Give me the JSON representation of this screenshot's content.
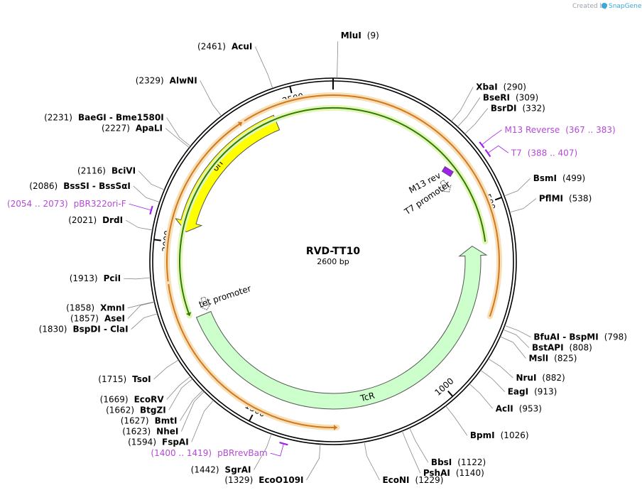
{
  "plasmid": {
    "name": "RVD-TT10",
    "length_label": "2600 bp",
    "length": 2600
  },
  "watermark": {
    "prefix": "Created by",
    "brand": "SnapGene"
  },
  "ruler": [
    "500",
    "1000",
    "1500",
    "2000",
    "2500"
  ],
  "sites": [
    {
      "id": "mlui",
      "name": "MluI",
      "pos": "(9)",
      "bp": 9,
      "side": "top"
    },
    {
      "id": "xbai",
      "name": "XbaI",
      "pos": "(290)",
      "bp": 290,
      "side": "right"
    },
    {
      "id": "bseri",
      "name": "BseRI",
      "pos": "(309)",
      "bp": 309,
      "side": "right"
    },
    {
      "id": "bsrdi",
      "name": "BsrDI",
      "pos": "(332)",
      "bp": 332,
      "side": "right"
    },
    {
      "id": "bsmi",
      "name": "BsmI",
      "pos": "(499)",
      "bp": 499,
      "side": "right"
    },
    {
      "id": "pflmi",
      "name": "PflMI",
      "pos": "(538)",
      "bp": 538,
      "side": "right"
    },
    {
      "id": "bfuai",
      "name": "BfuAI  - BspMI",
      "pos": "(798)",
      "bp": 798,
      "side": "right"
    },
    {
      "id": "bstapi",
      "name": "BstAPI",
      "pos": "(808)",
      "bp": 808,
      "side": "right"
    },
    {
      "id": "msli",
      "name": "MslI",
      "pos": "(825)",
      "bp": 825,
      "side": "right"
    },
    {
      "id": "drui",
      "name": "NruI",
      "pos": "(882)",
      "bp": 882,
      "side": "right"
    },
    {
      "id": "eagi",
      "name": "EagI",
      "pos": "(913)",
      "bp": 913,
      "side": "right"
    },
    {
      "id": "acli",
      "name": "AclI",
      "pos": "(953)",
      "bp": 953,
      "side": "right"
    },
    {
      "id": "bpmi",
      "name": "BpmI",
      "pos": "(1026)",
      "bp": 1026,
      "side": "right"
    },
    {
      "id": "bbsi",
      "name": "BbsI",
      "pos": "(1122)",
      "bp": 1122,
      "side": "right"
    },
    {
      "id": "pshai",
      "name": "PshAI",
      "pos": "(1140)",
      "bp": 1140,
      "side": "right"
    },
    {
      "id": "econi",
      "name": "EcoNI",
      "pos": "(1229)",
      "bp": 1229,
      "side": "right"
    },
    {
      "id": "eco0109i",
      "name": "EcoO109I",
      "pos": "(1329)",
      "bp": 1329,
      "side": "left"
    },
    {
      "id": "sgrai",
      "name": "SgrAI",
      "pos": "(1442)",
      "bp": 1442,
      "side": "left"
    },
    {
      "id": "fspai",
      "name": "FspAI",
      "pos": "(1594)",
      "bp": 1594,
      "side": "left"
    },
    {
      "id": "nhei",
      "name": "NheI",
      "pos": "(1623)",
      "bp": 1623,
      "side": "left"
    },
    {
      "id": "bmti",
      "name": "BmtI",
      "pos": "(1627)",
      "bp": 1627,
      "side": "left"
    },
    {
      "id": "btgzi",
      "name": "BtgZI",
      "pos": "(1662)",
      "bp": 1662,
      "side": "left"
    },
    {
      "id": "ecorv",
      "name": "EcoRV",
      "pos": "(1669)",
      "bp": 1669,
      "side": "left"
    },
    {
      "id": "tsoi",
      "name": "TsoI",
      "pos": "(1715)",
      "bp": 1715,
      "side": "left"
    },
    {
      "id": "bspdi",
      "name": "BspDI  - ClaI",
      "pos": "(1830)",
      "bp": 1830,
      "side": "left"
    },
    {
      "id": "asei",
      "name": "AseI",
      "pos": "(1857)",
      "bp": 1857,
      "side": "left"
    },
    {
      "id": "xmni",
      "name": "XmnI",
      "pos": "(1858)",
      "bp": 1858,
      "side": "left"
    },
    {
      "id": "pcii",
      "name": "PciI",
      "pos": "(1913)",
      "bp": 1913,
      "side": "left"
    },
    {
      "id": "drdi",
      "name": "DrdI",
      "pos": "(2021)",
      "bp": 2021,
      "side": "left"
    },
    {
      "id": "bsssi",
      "name": "BssSI  - BssSαI",
      "pos": "(2086)",
      "bp": 2086,
      "side": "left"
    },
    {
      "id": "bcivi",
      "name": "BciVI",
      "pos": "(2116)",
      "bp": 2116,
      "side": "left"
    },
    {
      "id": "apali",
      "name": "ApaLI",
      "pos": "(2227)",
      "bp": 2227,
      "side": "left"
    },
    {
      "id": "baegi",
      "name": "BaeGI  - Bme1580I",
      "pos": "(2231)",
      "bp": 2231,
      "side": "left"
    },
    {
      "id": "alwni",
      "name": "AlwNI",
      "pos": "(2329)",
      "bp": 2329,
      "side": "left"
    },
    {
      "id": "acui",
      "name": "AcuI",
      "pos": "(2461)",
      "bp": 2461,
      "side": "left"
    }
  ],
  "primers": [
    {
      "id": "m13rev-primer",
      "name": "M13 Reverse",
      "range": "(367 .. 383)",
      "start": 367,
      "end": 383,
      "side": "right"
    },
    {
      "id": "t7-primer",
      "name": "T7",
      "range": "(388 .. 407)",
      "start": 388,
      "end": 407,
      "side": "right"
    },
    {
      "id": "pbr322ori-f",
      "name": "pBR322ori-F",
      "range": "(2054 .. 2073)",
      "start": 2054,
      "end": 2073,
      "side": "left"
    },
    {
      "id": "pbrrevbam",
      "name": "pBRrevBam",
      "range": "(1400 .. 1419)",
      "start": 1400,
      "end": 1419,
      "side": "left"
    }
  ],
  "features": [
    {
      "id": "ori",
      "label": "ori",
      "type": "arrow",
      "start": 2440,
      "end": 2032,
      "direction": "reverse",
      "color": "#ffff00"
    },
    {
      "id": "tcr",
      "label": "TcR",
      "type": "arrow",
      "start": 1789,
      "end": 605,
      "direction": "reverse",
      "color": "#ccffcc"
    },
    {
      "id": "t7-promoter",
      "label": "T7 promoter",
      "type": "promoter",
      "bp": 405,
      "direction": "forward"
    },
    {
      "id": "m13-rev",
      "label": "M13 rev",
      "type": "small",
      "bp": 375,
      "direction": "reverse",
      "color": "#a020f0"
    },
    {
      "id": "tet-promoter",
      "label": "tet promoter",
      "type": "promoter",
      "bp": 1820,
      "direction": "reverse"
    }
  ],
  "orfs": [
    {
      "id": "orf-inner-green",
      "start": 597,
      "end": 1800,
      "direction": "reverse",
      "color": "#2e7d00",
      "halo": "#e3f5b8",
      "lane": 1
    },
    {
      "id": "orf-outer-orange-right",
      "start": 790,
      "end": 1290,
      "direction": "reverse",
      "color": "#d2781e",
      "halo": "#f7dfb8",
      "lane": 2
    },
    {
      "id": "orf-outer-orange-left",
      "start": 1900,
      "end": 2360,
      "direction": "forward",
      "color": "#d2781e",
      "halo": "#f7dfb8",
      "lane": 2
    }
  ]
}
